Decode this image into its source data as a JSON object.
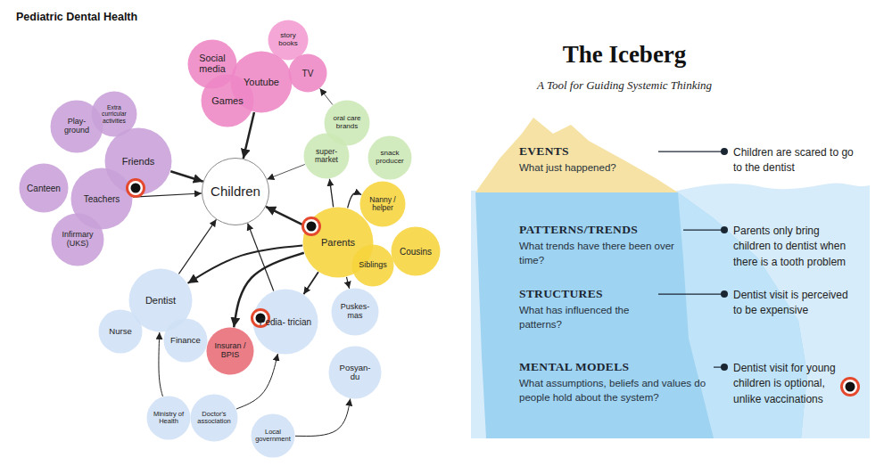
{
  "diagram": {
    "title": "Pediatric Dental Health",
    "nodes": [
      {
        "text": [
          "story books"
        ]
      },
      {
        "text": [
          "Social media"
        ]
      },
      {
        "text": [
          "Youtube"
        ]
      },
      {
        "text": [
          "TV"
        ]
      },
      {
        "text": [
          "Games"
        ]
      },
      {
        "text": [
          "Extra curricular activities"
        ]
      },
      {
        "text": [
          "Play- ground"
        ]
      },
      {
        "text": [
          "Friends"
        ]
      },
      {
        "text": [
          "oral care brands"
        ]
      },
      {
        "text": [
          "super- market"
        ]
      },
      {
        "text": [
          "snack producer"
        ]
      },
      {
        "text": [
          "Canteen"
        ]
      },
      {
        "text": [
          "Children"
        ]
      },
      {
        "text": [
          "Teachers"
        ]
      },
      {
        "text": [
          "Nanny / helper"
        ]
      },
      {
        "text": [
          "Infirmary (UKS)"
        ]
      },
      {
        "text": [
          "Parents"
        ]
      },
      {
        "text": [
          "Cousins"
        ]
      },
      {
        "text": [
          "Siblings"
        ]
      },
      {
        "text": [
          "Dentist"
        ]
      },
      {
        "text": [
          "Puskes- mas"
        ]
      },
      {
        "text": [
          "Pedia- trician"
        ]
      },
      {
        "text": [
          "Nurse"
        ]
      },
      {
        "text": [
          "Finance"
        ]
      },
      {
        "text": [
          "Insuran / BPIS"
        ]
      },
      {
        "text": [
          "Posyan- du"
        ]
      },
      {
        "text": [
          "Ministry of Health"
        ]
      },
      {
        "text": [
          "Doctor's association"
        ]
      },
      {
        "text": [
          "Local government"
        ]
      },
      {
        "text": [
          "EVENTS",
          "What just happened?"
        ]
      },
      {
        "text": [
          "Children are scared to go to the dentist"
        ]
      },
      {
        "text": [
          "PATTERNS/TRENDS",
          "What trends have there been over time?"
        ]
      },
      {
        "text": [
          "Parents only bring children to dentist when there is a tooth problem"
        ]
      },
      {
        "text": [
          "STRUCTURES",
          "What has influenced the patterns?"
        ]
      },
      {
        "text": [
          "Dentist visit is perceived to be expensive"
        ]
      },
      {
        "text": [
          "MENTAL MODELS",
          "What assumptions, beliefs and values do people hold about the system?"
        ]
      },
      {
        "text": [
          "Dentist visit for young children is optional, unlike vaccinations"
        ]
      }
    ],
    "edges": [
      {
        "from": 2,
        "to": 12,
        "arrow": "to"
      },
      {
        "from": 7,
        "to": 12,
        "arrow": "to"
      },
      {
        "from": 13,
        "to": 12,
        "arrow": "to"
      },
      {
        "from": 9,
        "to": 12,
        "arrow": "to"
      },
      {
        "from": 8,
        "to": 3,
        "arrow": "to"
      },
      {
        "from": 16,
        "to": 12,
        "arrow": "to"
      },
      {
        "from": 16,
        "to": 9,
        "arrow": "to"
      },
      {
        "from": 16,
        "to": 14,
        "arrow": "to"
      },
      {
        "from": 16,
        "to": 19,
        "arrow": "to"
      },
      {
        "from": 16,
        "to": 24,
        "arrow": "to"
      },
      {
        "from": 16,
        "to": 21,
        "arrow": "to"
      },
      {
        "from": 16,
        "to": 20,
        "arrow": "to"
      },
      {
        "from": 19,
        "to": 12,
        "arrow": "to"
      },
      {
        "from": 21,
        "to": 12,
        "arrow": "to"
      },
      {
        "from": 26,
        "to": 19,
        "arrow": "to"
      },
      {
        "from": 27,
        "to": 21,
        "arrow": "to"
      },
      {
        "from": 28,
        "to": 25,
        "arrow": "to"
      },
      {
        "from": 29,
        "to": 30,
        "arrow": "none"
      },
      {
        "from": 31,
        "to": 32,
        "arrow": "none"
      },
      {
        "from": 33,
        "to": 34,
        "arrow": "none"
      },
      {
        "from": 35,
        "to": 36,
        "arrow": "none"
      }
    ],
    "labels": [
      "The Iceberg",
      "A Tool for Guiding Systemic Thinking"
    ]
  }
}
